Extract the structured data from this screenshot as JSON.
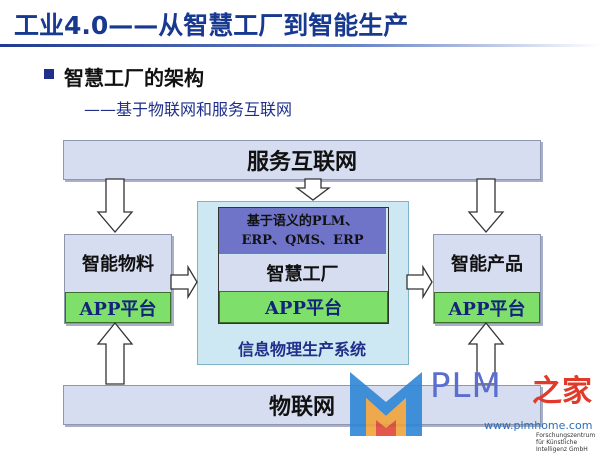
{
  "header": {
    "title": "工业4.0——从智慧工厂到智能生产",
    "accent_color": "#17398f"
  },
  "section": {
    "bullet_title": "智慧工厂的架构",
    "subtitle": "——基于物联网和服务互联网"
  },
  "diagram": {
    "top_band": "服务互联网",
    "bottom_band": "物联网",
    "left_box": {
      "label": "智能物料",
      "platform": "APP平台"
    },
    "right_box": {
      "label": "智能产品",
      "platform": "APP平台"
    },
    "center": {
      "semantic_label": "基于语义的PLM、\nERP、QMS、ERP",
      "factory_label": "智慧工厂",
      "platform": "APP平台",
      "system_label": "信息物理生产系统"
    },
    "colors": {
      "band_fill": "#d6ddf0",
      "platform_green": "#7ee06a",
      "center_bg": "#cde8f2",
      "semantic_fill": "#6f74c8"
    }
  },
  "watermark": {
    "brand": "PLM",
    "brand_cn": "之家",
    "url": "www.plmhome.com",
    "institute": "Forschungszentrum\nfür Künstliche\nIntelligenz GmbH"
  }
}
